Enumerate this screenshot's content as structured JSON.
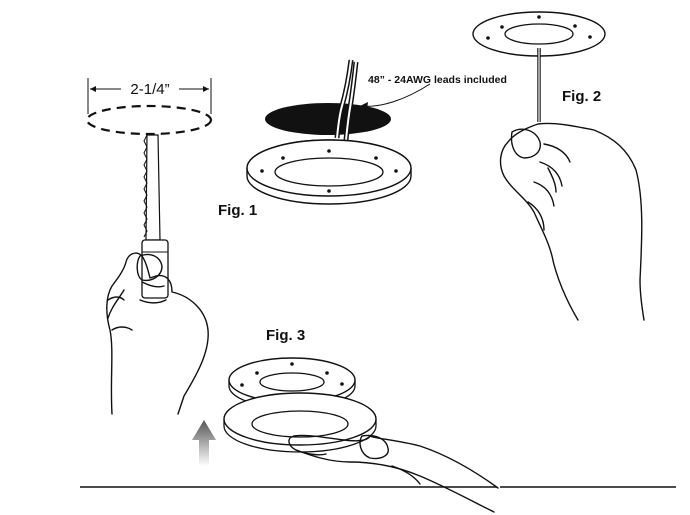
{
  "labels": {
    "dimension": "2-1/4”",
    "leads_note": "48” - 24AWG leads included",
    "fig1": "Fig. 1",
    "fig2": "Fig. 2",
    "fig3": "Fig. 3"
  },
  "icons": {
    "saw": "hand-saw-icon",
    "screwdriver": "screwdriver-icon",
    "arrow": "up-arrow-icon"
  }
}
